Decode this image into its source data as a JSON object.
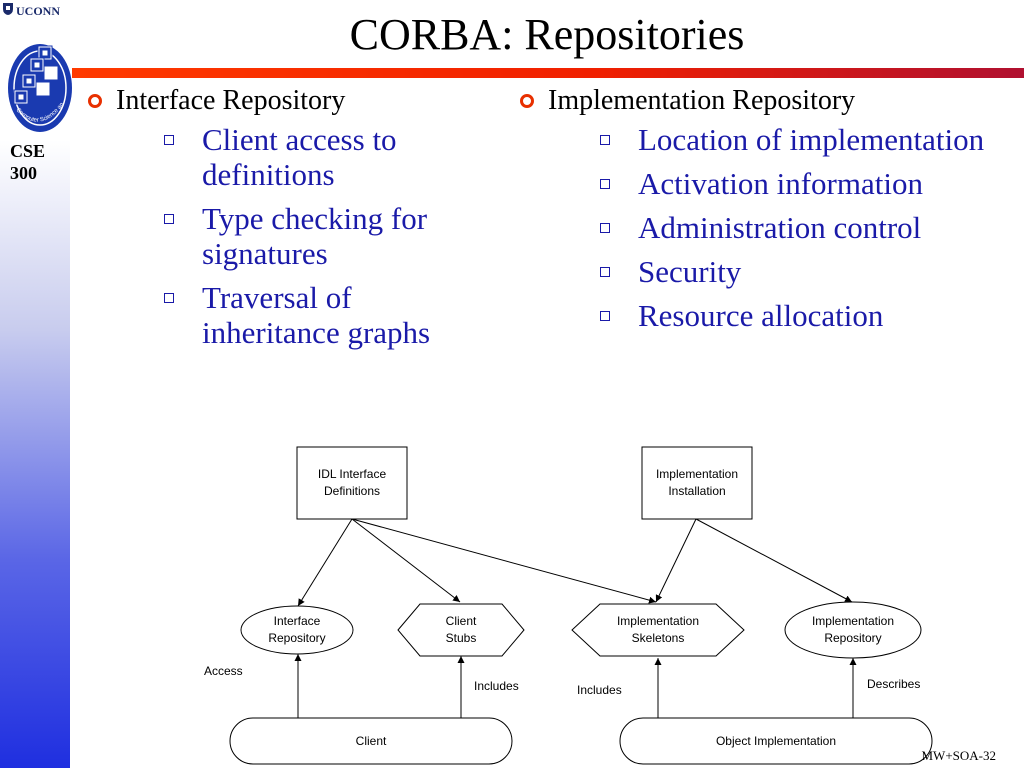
{
  "branding": {
    "university": "UCONN",
    "course": "CSE 300",
    "seal_text": "Computer Science and Engineering"
  },
  "slide": {
    "title": "CORBA: Repositories",
    "footer": "MW+SOA-32"
  },
  "columns": {
    "left": {
      "heading": "Interface Repository",
      "items": [
        "Client access to definitions",
        "Type checking for signatures",
        "Traversal of inheritance graphs"
      ]
    },
    "right": {
      "heading": "Implementation Repository",
      "items": [
        "Location of implementation",
        "Activation information",
        "Administration control",
        "Security",
        "Resource allocation"
      ]
    }
  },
  "diagram": {
    "idl_definitions": [
      "IDL Interface",
      "Definitions"
    ],
    "impl_installation": [
      "Implementation",
      "Installation"
    ],
    "interface_repository": [
      "Interface",
      "Repository"
    ],
    "client_stubs": [
      "Client",
      "Stubs"
    ],
    "impl_skeletons": [
      "Implementation",
      "Skeletons"
    ],
    "impl_repository": [
      "Implementation",
      "Repository"
    ],
    "client": "Client",
    "object_implementation": "Object Implementation",
    "label_access": "Access",
    "label_includes_client": "Includes",
    "label_includes_object": "Includes",
    "label_describes": "Describes"
  },
  "colors": {
    "accent": "#e83000",
    "bullet_text": "#1a1aa8",
    "rule_start": "#ff3a00",
    "rule_end": "#b01030"
  }
}
